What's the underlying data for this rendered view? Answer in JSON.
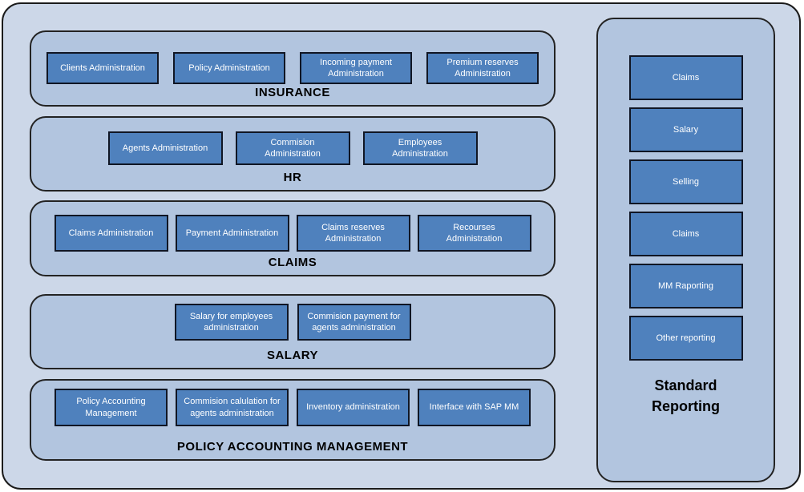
{
  "colors": {
    "page_background": "#ffffff",
    "outer_fill": "#ccd7e8",
    "panel_fill": "#b2c5df",
    "box_fill": "#4f81bd",
    "box_border": "#101624",
    "box_text": "#ffffff",
    "label_text": "#000000"
  },
  "groups": [
    {
      "label": "INSURANCE",
      "items": [
        "Clients Administration",
        "Policy Administration",
        "Incoming payment Administration",
        "Premium reserves Administration"
      ]
    },
    {
      "label": "HR",
      "items": [
        "Agents Administration",
        "Commision Administration",
        "Employees Administration"
      ]
    },
    {
      "label": "CLAIMS",
      "items": [
        "Claims Administration",
        "Payment Administration",
        "Claims reserves Administration",
        "Recourses Administration"
      ]
    },
    {
      "label": "SALARY",
      "items": [
        "Salary for employees administration",
        "Commision payment for agents administration"
      ]
    },
    {
      "label": "POLICY ACCOUNTING MANAGEMENT",
      "items": [
        "Policy Accounting Management",
        "Commision calulation for agents administration",
        "Inventory administration",
        "Interface with SAP MM"
      ]
    }
  ],
  "reporting_panel": {
    "title_line1": "Standard",
    "title_line2": "Reporting",
    "items": [
      "Claims",
      "Salary",
      "Selling",
      "Claims",
      "MM Raporting",
      "Other reporting"
    ]
  }
}
